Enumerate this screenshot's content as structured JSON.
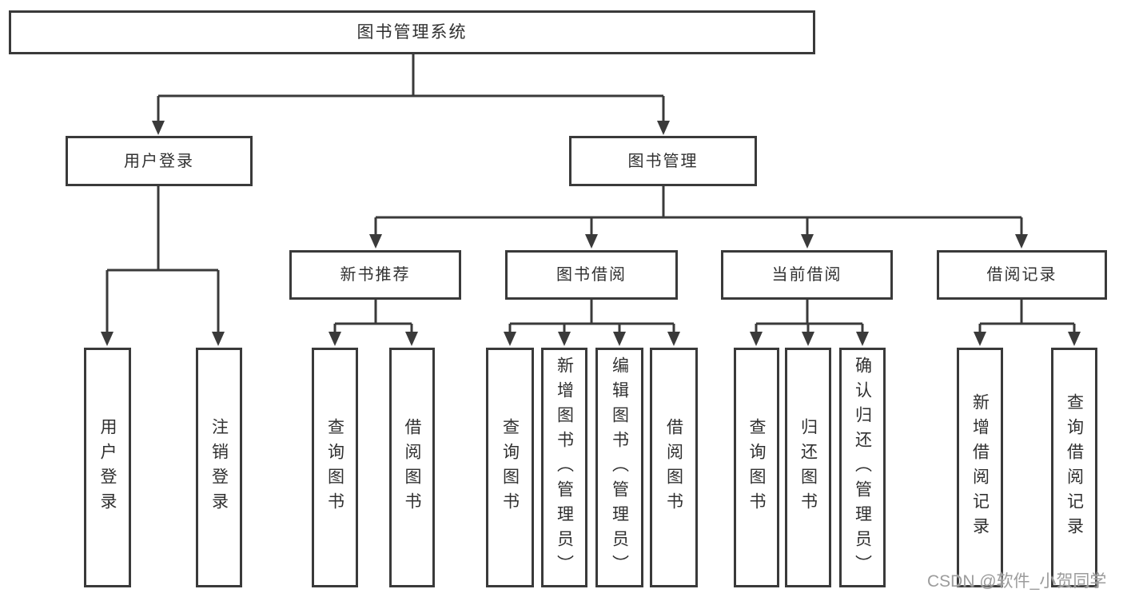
{
  "tree": {
    "label": "图书管理系统",
    "children": [
      {
        "label": "用户登录",
        "children": [
          {
            "label": "用户登录"
          },
          {
            "label": "注销登录"
          }
        ]
      },
      {
        "label": "图书管理",
        "children": [
          {
            "label": "新书推荐",
            "children": [
              {
                "label": "查询图书"
              },
              {
                "label": "借阅图书"
              }
            ]
          },
          {
            "label": "图书借阅",
            "children": [
              {
                "label": "查询图书"
              },
              {
                "label": "新增图书（管理员）"
              },
              {
                "label": "编辑图书（管理员）"
              },
              {
                "label": "借阅图书"
              }
            ]
          },
          {
            "label": "当前借阅",
            "children": [
              {
                "label": "查询图书"
              },
              {
                "label": "归还图书"
              },
              {
                "label": "确认归还（管理员）"
              }
            ]
          },
          {
            "label": "借阅记录",
            "children": [
              {
                "label": "新增借阅记录"
              },
              {
                "label": "查询借阅记录"
              }
            ]
          }
        ]
      }
    ]
  },
  "watermark": "CSDN @软件_小贺同学",
  "colors": {
    "line": "#3a3a3a",
    "box_border": "#3a3a3a",
    "box_fill": "#ffffff",
    "text": "#303030",
    "watermark": "#9c9c9c"
  }
}
